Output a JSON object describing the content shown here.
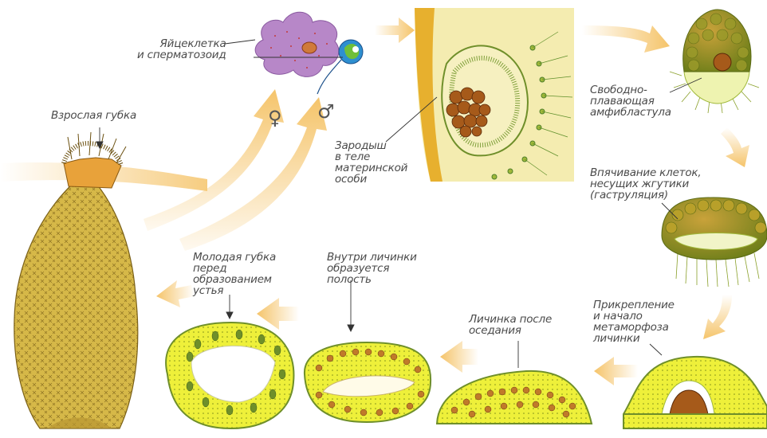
{
  "labels": {
    "adult_sponge": "Взрослая губка",
    "egg_and_sperm": "Яйцеклетка\nи сперматозоид",
    "female_symbol": "♀",
    "male_symbol": "♂",
    "embryo": "Зародыш\nв теле\nматеринской\nособи",
    "free_swimming": "Свободно-\nплавающая\nамфибластула",
    "gastrulation": "Впячивание клеток,\nнесущих жгутики\n(гаструляция)",
    "attachment": "Прикрепление\nи начало\nметаморфоза\nличинки",
    "settled_larva": "Личинка после\nоседания",
    "cavity_forms": "Внутри личинки\nобразуется\nполость",
    "young_sponge": "Молодая губка\nперед\nобразованием\nустья"
  },
  "colors": {
    "arrow": "#f5c46a",
    "sponge_body": "#d8b94a",
    "sponge_dark": "#8f7420",
    "larva_green": "#9fb83a",
    "larva_yellow": "#eef03a",
    "cell_brown": "#a65a1a",
    "egg_purple": "#b787c8",
    "sperm_blue": "#2e8fd0",
    "label_text": "#4a4a4a"
  }
}
